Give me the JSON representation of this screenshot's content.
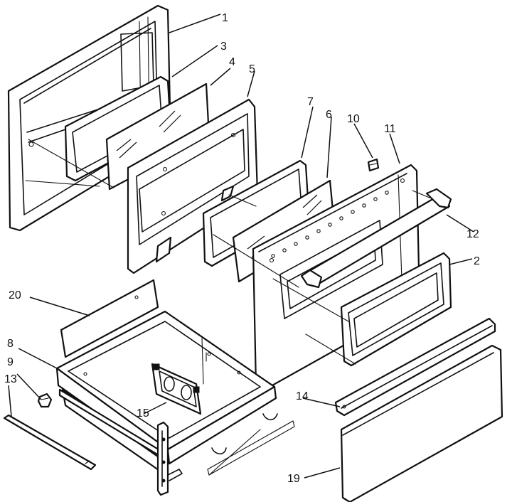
{
  "callouts": [
    {
      "id": "1",
      "label": "1"
    },
    {
      "id": "2",
      "label": "2"
    },
    {
      "id": "3",
      "label": "3"
    },
    {
      "id": "4",
      "label": "4"
    },
    {
      "id": "5",
      "label": "5"
    },
    {
      "id": "6",
      "label": "6"
    },
    {
      "id": "7",
      "label": "7"
    },
    {
      "id": "8",
      "label": "8"
    },
    {
      "id": "9",
      "label": "9"
    },
    {
      "id": "10",
      "label": "10"
    },
    {
      "id": "11",
      "label": "11"
    },
    {
      "id": "12",
      "label": "12"
    },
    {
      "id": "13",
      "label": "13"
    },
    {
      "id": "14",
      "label": "14"
    },
    {
      "id": "15",
      "label": "15"
    },
    {
      "id": "19",
      "label": "19"
    },
    {
      "id": "20",
      "label": "20"
    }
  ],
  "colors": {
    "line": "#111111",
    "background": "#ffffff"
  }
}
